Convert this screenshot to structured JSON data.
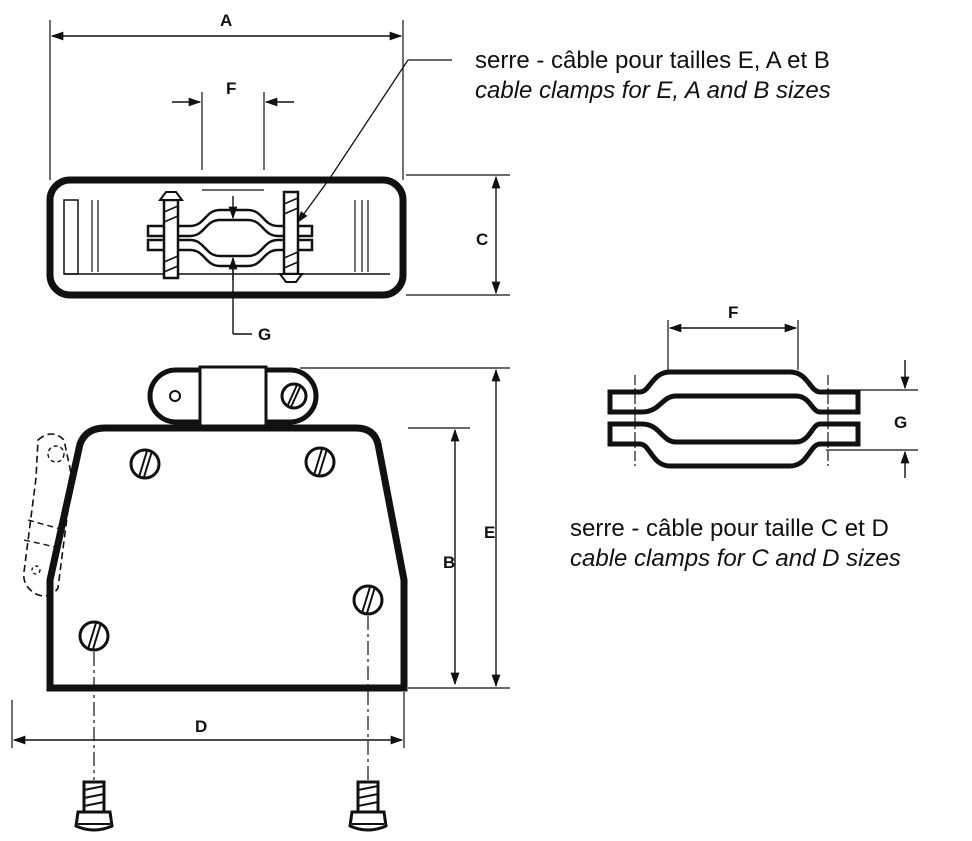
{
  "dimensions": {
    "a": "A",
    "b": "B",
    "c": "C",
    "d": "D",
    "e": "E",
    "f_top": "F",
    "g_top": "G",
    "f_clamp": "F",
    "g_clamp": "G"
  },
  "captions": {
    "clamp_eab_fr": "serre - câble pour tailles E, A et B",
    "clamp_eab_en": "cable clamps for E, A and B sizes",
    "clamp_cd_fr": "serre - câble pour taille C et D",
    "clamp_cd_en": "cable clamps for C and D sizes"
  },
  "colors": {
    "ink": "#111111",
    "paper": "#ffffff"
  }
}
